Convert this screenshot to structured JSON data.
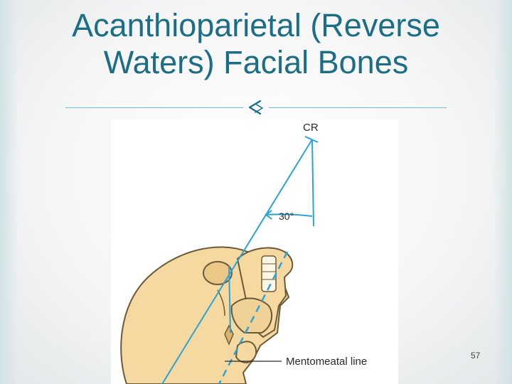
{
  "slide": {
    "title_line1": "Acanthioparietal (Reverse",
    "title_line2": "Waters) Facial Bones",
    "page_number": "57"
  },
  "figure": {
    "cr_label": "CR",
    "angle_label": "30°",
    "mentomeatal_label": "Mentomeatal line"
  },
  "colors": {
    "title": "#1b6e86",
    "accent_line": "#5fc3dd",
    "beam": "#2aa3d6",
    "skull_fill": "#f5d9a1",
    "skull_outline": "#6b5a3a"
  },
  "icons": {
    "ornament": "decorative-swirl-icon"
  }
}
